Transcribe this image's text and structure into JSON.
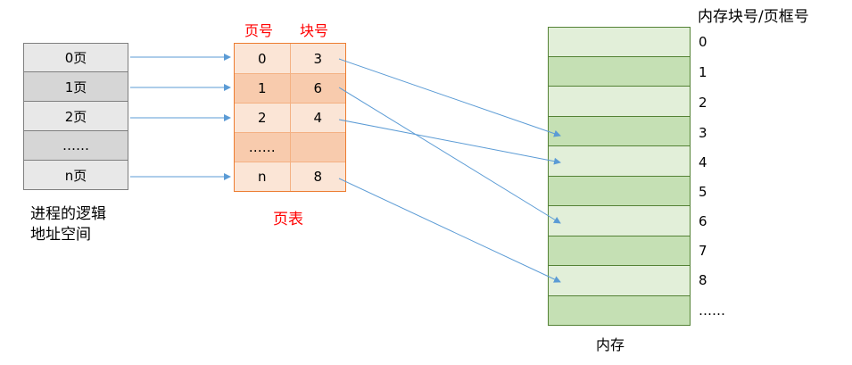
{
  "logical_space": {
    "pages": [
      "0页",
      "1页",
      "2页",
      "……",
      "n页"
    ],
    "label_line1": "进程的逻辑",
    "label_line2": "地址空间"
  },
  "page_table": {
    "header_page": "页号",
    "header_block": "块号",
    "rows": [
      {
        "page": "0",
        "block": "3"
      },
      {
        "page": "1",
        "block": "6"
      },
      {
        "page": "2",
        "block": "4"
      },
      {
        "page": "……",
        "block": ""
      },
      {
        "page": "n",
        "block": "8"
      }
    ],
    "caption": "页表"
  },
  "memory": {
    "header": "内存块号/页框号",
    "block_numbers": [
      "0",
      "1",
      "2",
      "3",
      "4",
      "5",
      "6",
      "7",
      "8",
      "……"
    ],
    "caption": "内存"
  },
  "colors": {
    "arrow": "#5b9bd5",
    "page_table_border": "#ed7d31",
    "memory_border": "#548235",
    "label_red": "#ff0000"
  }
}
